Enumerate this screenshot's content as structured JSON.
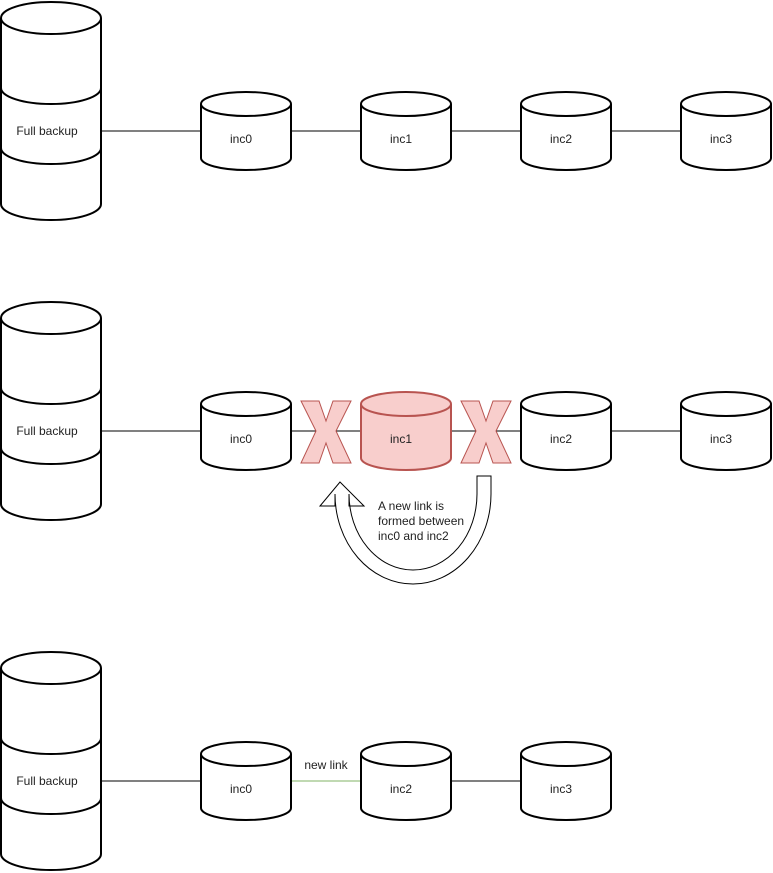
{
  "diagram": {
    "colors": {
      "stroke": "#000000",
      "removed_fill": "#f8cecc",
      "removed_stroke": "#b85450",
      "new_link": "#82b366"
    },
    "row1": {
      "full_backup": "Full backup",
      "incs": [
        "inc0",
        "inc1",
        "inc2",
        "inc3"
      ]
    },
    "row2": {
      "full_backup": "Full backup",
      "incs": [
        "inc0",
        "inc1",
        "inc2",
        "inc3"
      ],
      "note_lines": [
        "A new link is",
        "formed between",
        "inc0 and inc2"
      ]
    },
    "row3": {
      "full_backup": "Full backup",
      "incs": [
        "inc0",
        "inc2",
        "inc3"
      ],
      "new_link_label": "new link"
    }
  }
}
